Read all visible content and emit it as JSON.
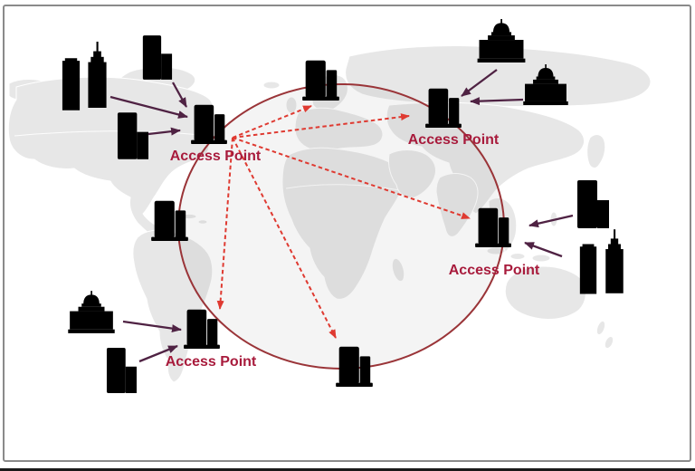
{
  "diagram": {
    "kind": "global access point network over world map",
    "access_points": [
      {
        "label": "Access Point",
        "position": "north-america-left"
      },
      {
        "label": "Access Point",
        "position": "north-europe-top-right"
      },
      {
        "label": "Access Point",
        "position": "east-asia-right"
      },
      {
        "label": "Access Point",
        "position": "south-america-bottom-left"
      }
    ],
    "unlabeled_relay_buildings": 3,
    "client_buildings": 11,
    "dashed_links_from_hub": 5,
    "client_arrows": 9,
    "icons": {
      "access_point": "red-office-buildings-icon",
      "clients": [
        "office-tower-icon",
        "spire-skyscraper-icon",
        "office-annex-building-icon",
        "capitol-dome-building-icon"
      ]
    }
  },
  "colors": {
    "building_red": "#E0262B",
    "dashed_link_red": "#DF3A31",
    "building_plum": "#4A1630",
    "arrow_plum": "#4F2243",
    "circle_stroke": "#9A3438",
    "circle_tint": "rgba(110,110,110,0.08)",
    "label_crimson": "#A81B3C",
    "map_land": "#E7E7E7",
    "map_border": "#FFFFFF",
    "frame_border": "#8A8A8A",
    "bottom_edge": "#1A1A1A",
    "background": "#FFFFFF"
  }
}
